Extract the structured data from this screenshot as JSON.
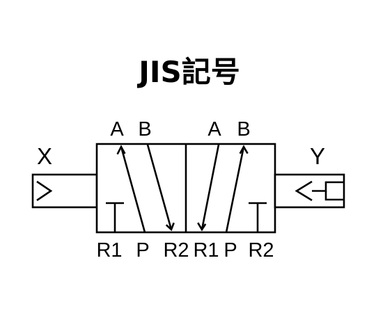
{
  "title": "JIS記号",
  "side_labels": {
    "left": "X",
    "right": "Y"
  },
  "valve": {
    "left_position": {
      "top_ports": [
        "A",
        "B"
      ],
      "bottom_ports": [
        "R1",
        "P",
        "R2"
      ],
      "flows": [
        "P → A",
        "B → R2"
      ],
      "blocked": [
        "R1"
      ]
    },
    "right_position": {
      "top_ports": [
        "A",
        "B"
      ],
      "bottom_ports": [
        "R1",
        "P",
        "R2"
      ],
      "flows": [
        "A → R1",
        "P → B"
      ],
      "blocked": [
        "R2"
      ]
    }
  },
  "icons": {
    "left_actuator": "pilot-triangle-icon",
    "right_actuator": "pilot-triangle-with-exhaust-icon"
  }
}
